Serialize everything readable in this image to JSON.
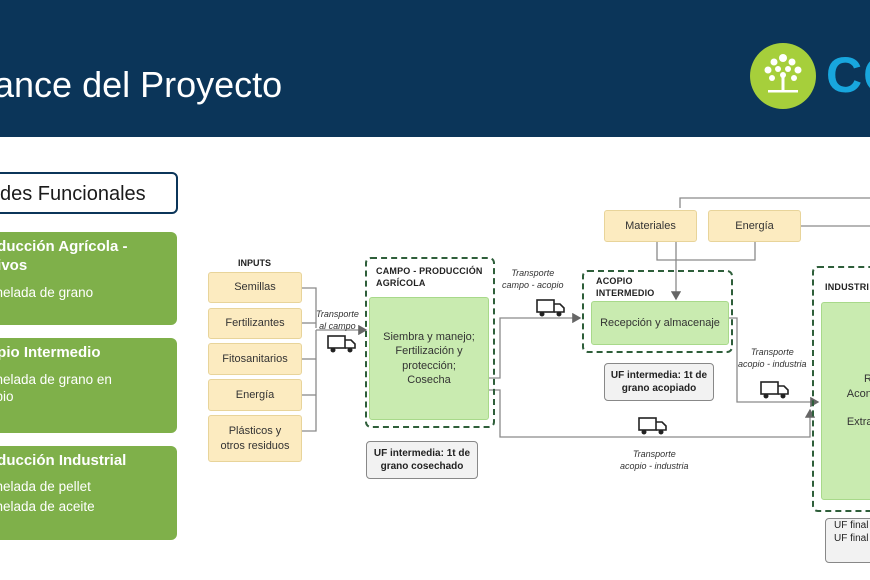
{
  "header": {
    "title": "ance del Proyecto",
    "logo_text": "CO"
  },
  "functional_units": {
    "title": "des Funcionales",
    "cards": [
      {
        "title_lines": [
          "oducción Agrícola -",
          "ltivos"
        ],
        "lines": [
          "onelada de grano"
        ]
      },
      {
        "title_lines": [
          "opio Intermedio"
        ],
        "lines": [
          "onelada de grano en",
          "opio"
        ]
      },
      {
        "title_lines": [
          "oducción Industrial"
        ],
        "lines": [
          "onelada de pellet",
          "onelada de aceite"
        ]
      }
    ]
  },
  "diagram": {
    "inputs_title": "INPUTS",
    "inputs": [
      "Semillas",
      "Fertilizantes",
      "Fitosanitarios",
      "Energía",
      "Plásticos y otros residuos"
    ],
    "top_inputs": [
      "Materiales",
      "Energía"
    ],
    "stages": {
      "campo": {
        "title_lines": [
          "CAMPO - PRODUCCIÓN",
          "AGRÍCOLA"
        ],
        "process_lines": [
          "Siembra y manejo;",
          "Fertilización y",
          "protección;",
          "Cosecha"
        ],
        "uf_lines": [
          "UF intermedia: 1t de",
          "grano cosechado"
        ]
      },
      "acopio": {
        "title_lines": [
          "ACOPIO",
          "INTERMEDIO"
        ],
        "process": "Recepción y almacenaje",
        "uf_lines": [
          "UF intermedia: 1t de",
          "grano acopiado"
        ]
      },
      "industria": {
        "title": "INDUSTRI",
        "process_lines": [
          "Re",
          "Acond",
          "P",
          "Extrac"
        ],
        "uf_lines": [
          "UF final",
          "UF final"
        ]
      }
    },
    "transports": {
      "al_campo": [
        "Transporte",
        "al campo"
      ],
      "campo_acopio": [
        "Transporte",
        "campo - acopio"
      ],
      "acopio_industria": [
        "Transporte",
        "acopio - industria"
      ],
      "acopio_industria_bottom": [
        "Transporte",
        "acopio - industria"
      ]
    }
  },
  "colors": {
    "header_bg": "#0b3559",
    "card_green": "#7fb04a",
    "input_yellow": "#fcebc0",
    "process_green": "#c9ebb0",
    "frame_dark_green": "#2e5e3a",
    "logo_green": "#a6cf3b",
    "logo_blue": "#18a6dd"
  },
  "icons": [
    "truck-icon",
    "logo-tree-icon"
  ]
}
